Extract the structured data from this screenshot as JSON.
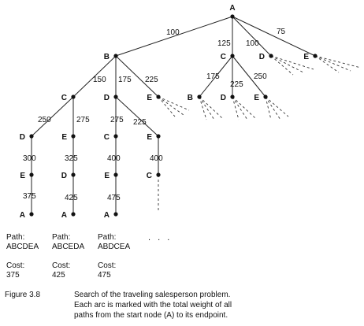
{
  "nodes": [
    {
      "id": "A0",
      "label": "A"
    },
    {
      "id": "B1",
      "label": "B"
    },
    {
      "id": "C1",
      "label": "C"
    },
    {
      "id": "D1",
      "label": "D"
    },
    {
      "id": "E1",
      "label": "E"
    },
    {
      "id": "C2",
      "label": "C"
    },
    {
      "id": "D2",
      "label": "D"
    },
    {
      "id": "E2",
      "label": "E"
    },
    {
      "id": "B3",
      "label": "B"
    },
    {
      "id": "D3",
      "label": "D"
    },
    {
      "id": "E3",
      "label": "E"
    },
    {
      "id": "D4",
      "label": "D"
    },
    {
      "id": "E4",
      "label": "E"
    },
    {
      "id": "C5",
      "label": "C"
    },
    {
      "id": "E5",
      "label": "E"
    },
    {
      "id": "E6",
      "label": "E"
    },
    {
      "id": "D6",
      "label": "D"
    },
    {
      "id": "A6",
      "label": "A"
    },
    {
      "id": "A7",
      "label": "A"
    },
    {
      "id": "E8",
      "label": "E"
    },
    {
      "id": "A8",
      "label": "A"
    },
    {
      "id": "C9",
      "label": "C"
    }
  ],
  "edges": [
    {
      "from": "A0",
      "to": "B1",
      "weight": "100"
    },
    {
      "from": "A0",
      "to": "C2",
      "weight": "125"
    },
    {
      "from": "A0",
      "to": "D2",
      "weight": "100"
    },
    {
      "from": "A0",
      "to": "E2",
      "weight": "75"
    },
    {
      "from": "B1",
      "to": "C1",
      "weight": "150"
    },
    {
      "from": "B1",
      "to": "D1",
      "weight": "175"
    },
    {
      "from": "B1",
      "to": "E1",
      "weight": "225"
    },
    {
      "from": "C2",
      "to": "B3",
      "weight": "175"
    },
    {
      "from": "C2",
      "to": "D3",
      "weight": "225"
    },
    {
      "from": "C2",
      "to": "E3",
      "weight": "250"
    },
    {
      "from": "C1",
      "to": "D4",
      "weight": "250"
    },
    {
      "from": "C1",
      "to": "E4",
      "weight": "275"
    },
    {
      "from": "D1",
      "to": "C5",
      "weight": "275"
    },
    {
      "from": "D1",
      "to": "E5",
      "weight": "225"
    },
    {
      "from": "D4",
      "to": "E6",
      "weight": "300"
    },
    {
      "from": "E4",
      "to": "D6",
      "weight": "325"
    },
    {
      "from": "C5",
      "to": "E8",
      "weight": "400"
    },
    {
      "from": "E5",
      "to": "C9",
      "weight": "400"
    },
    {
      "from": "E6",
      "to": "A6",
      "weight": "375"
    },
    {
      "from": "D6",
      "to": "A7",
      "weight": "425"
    },
    {
      "from": "E8",
      "to": "A8",
      "weight": "475"
    }
  ],
  "paths": [
    {
      "path_label": "Path:",
      "path": "ABCDEA",
      "cost_label": "Cost:",
      "cost": "375"
    },
    {
      "path_label": "Path:",
      "path": "ABCEDA",
      "cost_label": "Cost:",
      "cost": "425"
    },
    {
      "path_label": "Path:",
      "path": "ABDCEA",
      "cost_label": "Cost:",
      "cost": "475"
    }
  ],
  "ellipsis": ". . .",
  "caption": {
    "figure": "Figure 3.8",
    "line1": "Search of the traveling salesperson problem.",
    "line2": "Each arc is marked with the total weight of all",
    "line3": "paths from the start node (A) to its endpoint."
  }
}
